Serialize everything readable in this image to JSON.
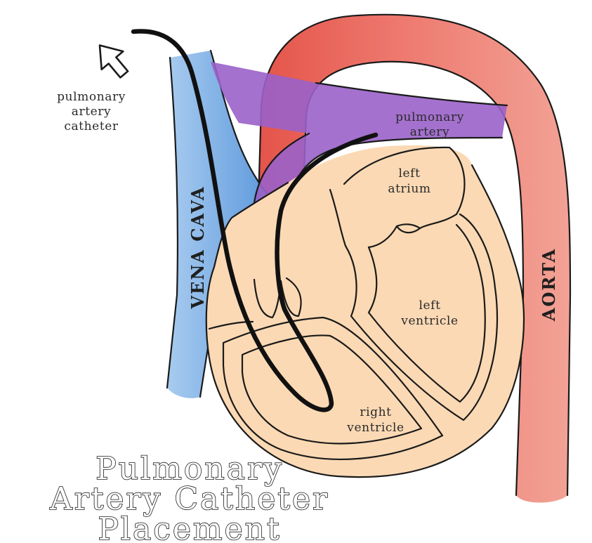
{
  "diagram": {
    "title_lines": [
      "Pulmonary",
      "Artery Catheter",
      "Placement"
    ],
    "labels": {
      "pulmonary_artery_catheter": [
        "pulmonary",
        "artery",
        "catheter"
      ],
      "pulmonary_artery": [
        "pulmonary",
        "artery"
      ],
      "left_atrium": [
        "left",
        "atrium"
      ],
      "left_ventricle": [
        "left",
        "ventricle"
      ],
      "right_ventricle": [
        "right",
        "ventricle"
      ],
      "vena_cava": "VENA CAVA",
      "aorta": "AORTA"
    },
    "colors": {
      "heart": "#fbd9b4",
      "aorta": "#e96c61",
      "aorta_light": "#f08e80",
      "pulmonary_artery": "#9a62c9",
      "vena_cava": "#7fb3e6",
      "ink": "#1a1a1a"
    },
    "icons": [
      "pointer-arrow-icon"
    ]
  }
}
